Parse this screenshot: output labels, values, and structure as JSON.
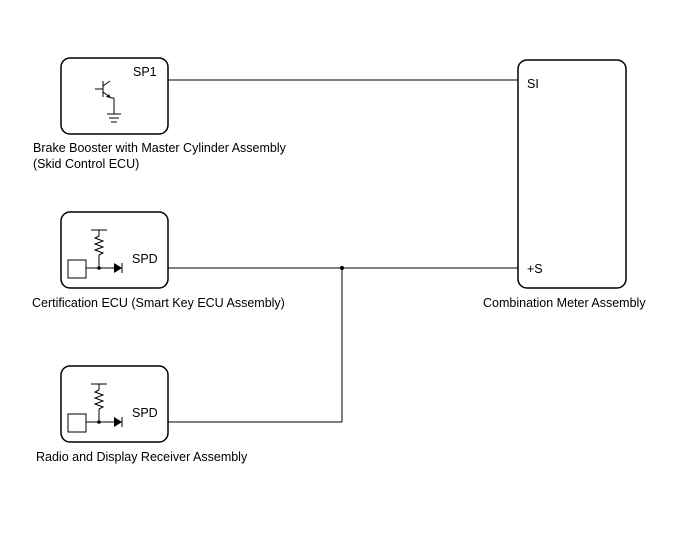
{
  "components": {
    "brake_booster": {
      "label_line1": "Brake Booster with Master Cylinder Assembly",
      "label_line2": "(Skid Control ECU)",
      "pin": "SP1"
    },
    "certification_ecu": {
      "label": "Certification ECU (Smart Key ECU Assembly)",
      "pin": "SPD"
    },
    "radio_receiver": {
      "label": "Radio and Display Receiver Assembly",
      "pin": "SPD"
    },
    "combination_meter": {
      "label": "Combination Meter Assembly",
      "pin_si": "SI",
      "pin_s": "+S"
    }
  }
}
